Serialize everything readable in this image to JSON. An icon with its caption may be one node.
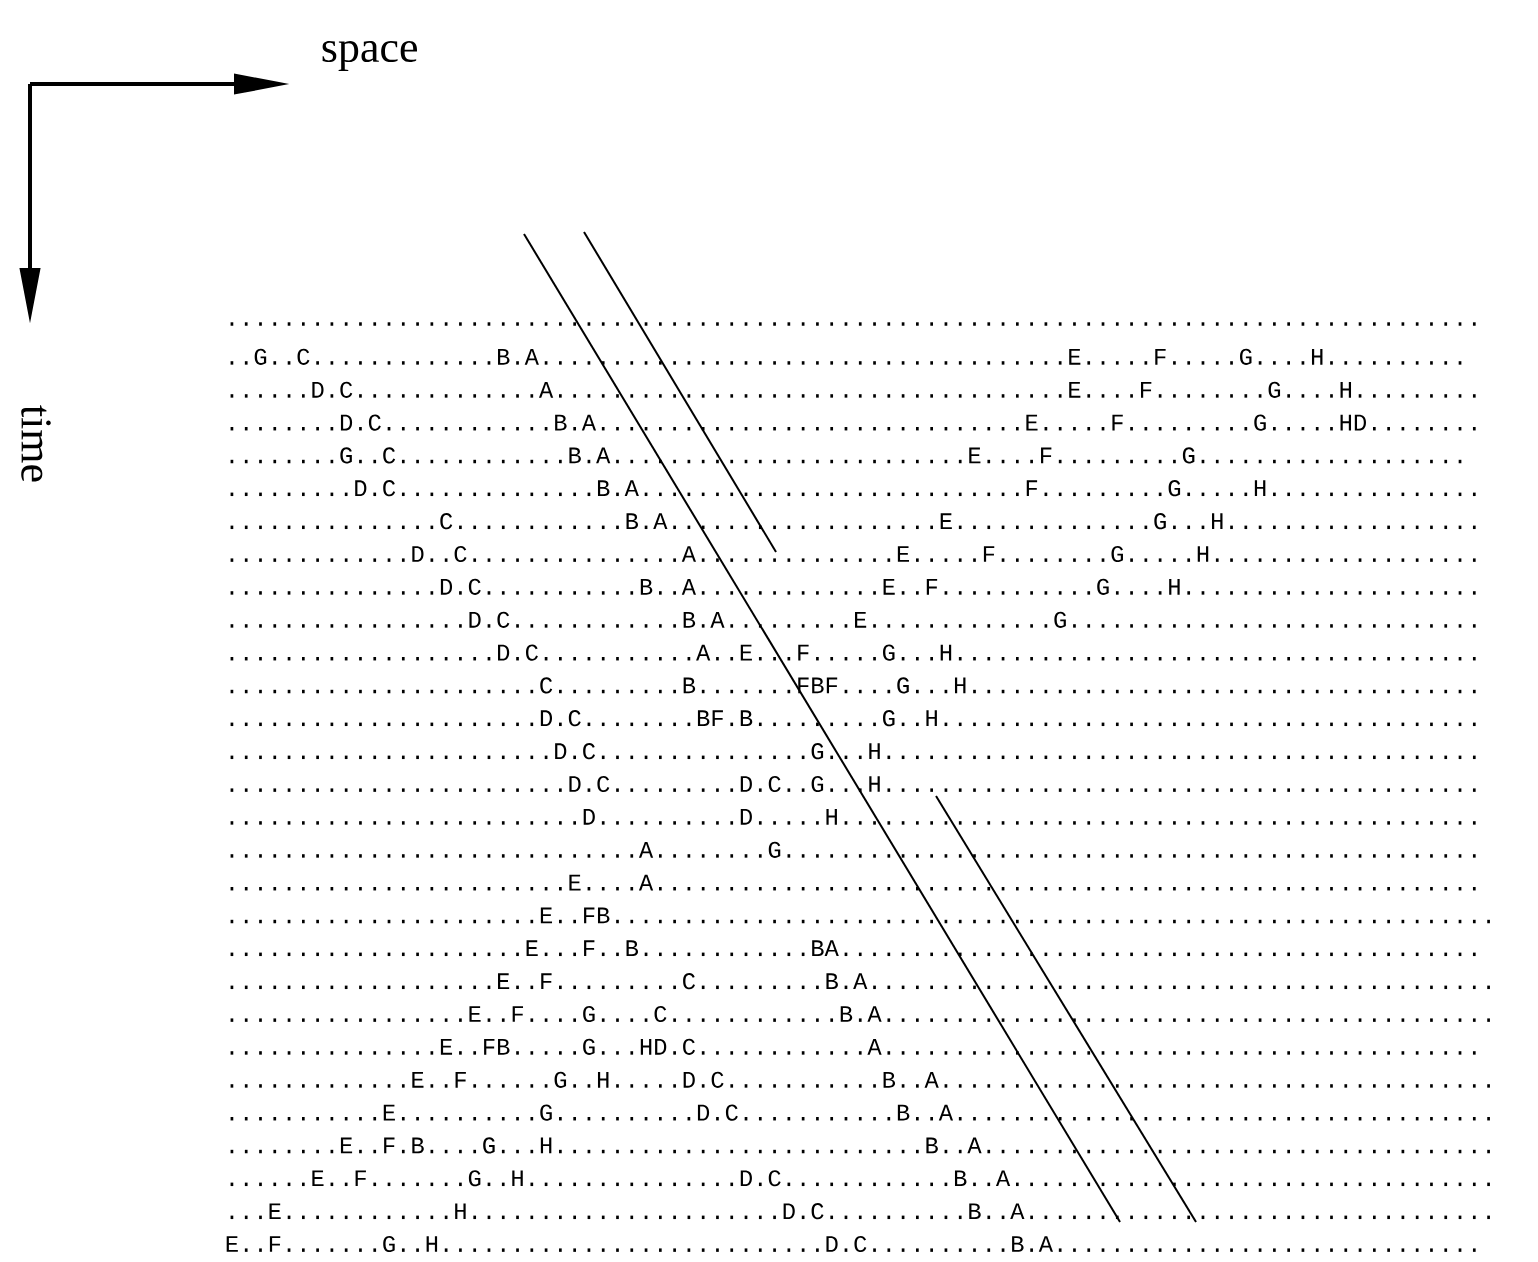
{
  "diagram": {
    "labels": [
      "space",
      "time",
      "........................................................................................",
      "..G..C.............B.A.....................................E.....F.....G....H..........",
      "......D.C.............A....................................E....F........G....H.........",
      "........D.C............B.A..............................E.....F.........G.....HD........",
      "........G..C............B.A.........................E....F.........G...................",
      ".........D.C..............B.A...........................F.........G.....H...............",
      "...............C............B.A...................E..............G...H..................",
      ".............D..C...............A..............E.....F........G.....H...................",
      "...............D.C...........B..A.............E..F...........G....H.....................",
      ".................D.C............B.A.........E.............G.............................",
      "...................D.C...........A..E...F.....G...H.....................................",
      "......................C.........B.......FBF....G...H....................................",
      "......................D.C........BF.B.........G..H......................................",
      ".......................D.C...............G...H..........................................",
      "........................D.C.........D.C..G...H..........................................",
      ".........................D..........D.....H.............................................",
      ".............................A........G.................................................",
      "........................E....A..........................................................",
      "......................E..FB..............................................................",
      ".....................E...F..B............BA.............................................",
      "...................E..F.........C.........B.A............................................",
      ".................E..F....G....C............B.A...........................................",
      "...............E..FB.....G...HD.C............A..........................................",
      ".............E..F......G..H.....D.C...........B..A.......................................",
      "...........E..........G..........D.C...........B..A......................................",
      "........E..F.B....G...H..........................B..A....................................",
      "......E..F.......G..H...............D.C............B..A..................................",
      "...E............H......................D.C..........B..A.................................",
      "E..F.......G..H...........................D.C..........B.A.............................."
    ]
  }
}
